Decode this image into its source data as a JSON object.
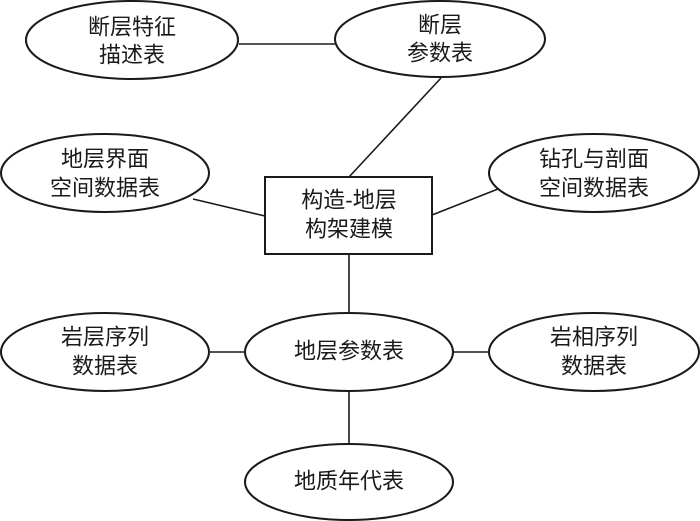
{
  "diagram": {
    "nodes": [
      {
        "id": "fault-feature-table",
        "shape": "ellipse",
        "lines": [
          "断层特征",
          "描述表"
        ]
      },
      {
        "id": "fault-param-table",
        "shape": "ellipse",
        "lines": [
          "断层",
          "参数表"
        ]
      },
      {
        "id": "strata-interface-table",
        "shape": "ellipse",
        "lines": [
          "地层界面",
          "空间数据表"
        ]
      },
      {
        "id": "borehole-section-table",
        "shape": "ellipse",
        "lines": [
          "钻孔与剖面",
          "空间数据表"
        ]
      },
      {
        "id": "structure-strata-model",
        "shape": "rect",
        "lines": [
          "构造-地层",
          "构架建模"
        ]
      },
      {
        "id": "rock-sequence-table",
        "shape": "ellipse",
        "lines": [
          "岩层序列",
          "数据表"
        ]
      },
      {
        "id": "strata-param-table",
        "shape": "ellipse",
        "lines": [
          "地层参数表"
        ]
      },
      {
        "id": "facies-sequence-table",
        "shape": "ellipse",
        "lines": [
          "岩相序列",
          "数据表"
        ]
      },
      {
        "id": "geologic-time-table",
        "shape": "ellipse",
        "lines": [
          "地质年代表"
        ]
      }
    ],
    "edges": [
      {
        "from": "fault-feature-table",
        "to": "fault-param-table"
      },
      {
        "from": "fault-param-table",
        "to": "structure-strata-model"
      },
      {
        "from": "strata-interface-table",
        "to": "structure-strata-model"
      },
      {
        "from": "borehole-section-table",
        "to": "structure-strata-model"
      },
      {
        "from": "structure-strata-model",
        "to": "strata-param-table"
      },
      {
        "from": "rock-sequence-table",
        "to": "strata-param-table"
      },
      {
        "from": "facies-sequence-table",
        "to": "strata-param-table"
      },
      {
        "from": "strata-param-table",
        "to": "geologic-time-table"
      }
    ]
  }
}
